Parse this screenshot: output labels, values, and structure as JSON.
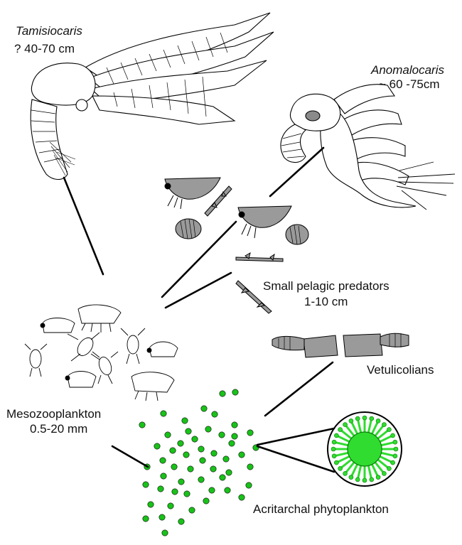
{
  "organisms": {
    "tamisiocaris": {
      "name": "Tamisiocaris",
      "size": "? 40-70 cm",
      "icon": "anomalocaridid-filter-feeder"
    },
    "anomalocaris": {
      "name": "Anomalocaris",
      "size": "~ 60 -75cm",
      "icon": "anomalocaridid-predator"
    },
    "small_pelagic_predators": {
      "name": "Small pelagic predators",
      "size": "1-10 cm",
      "icon": "arrow-worm-and-bivalved-arthropod"
    },
    "vetulicolians": {
      "name": "Vetulicolians",
      "icon": "vetulicolian"
    },
    "mesozooplankton": {
      "name": "Mesozooplankton",
      "size": "0.5-20 mm",
      "icon": "copepod-and-larva"
    },
    "phytoplankton": {
      "name": "Acritarchal phytoplankton",
      "icon": "acritarch-cell",
      "dot_color": "#19c219",
      "cell_color": "#2fdc2f"
    }
  },
  "colors": {
    "line": "#000000",
    "animal_fill": "#9a9a9a",
    "phyto": "#19c219"
  }
}
